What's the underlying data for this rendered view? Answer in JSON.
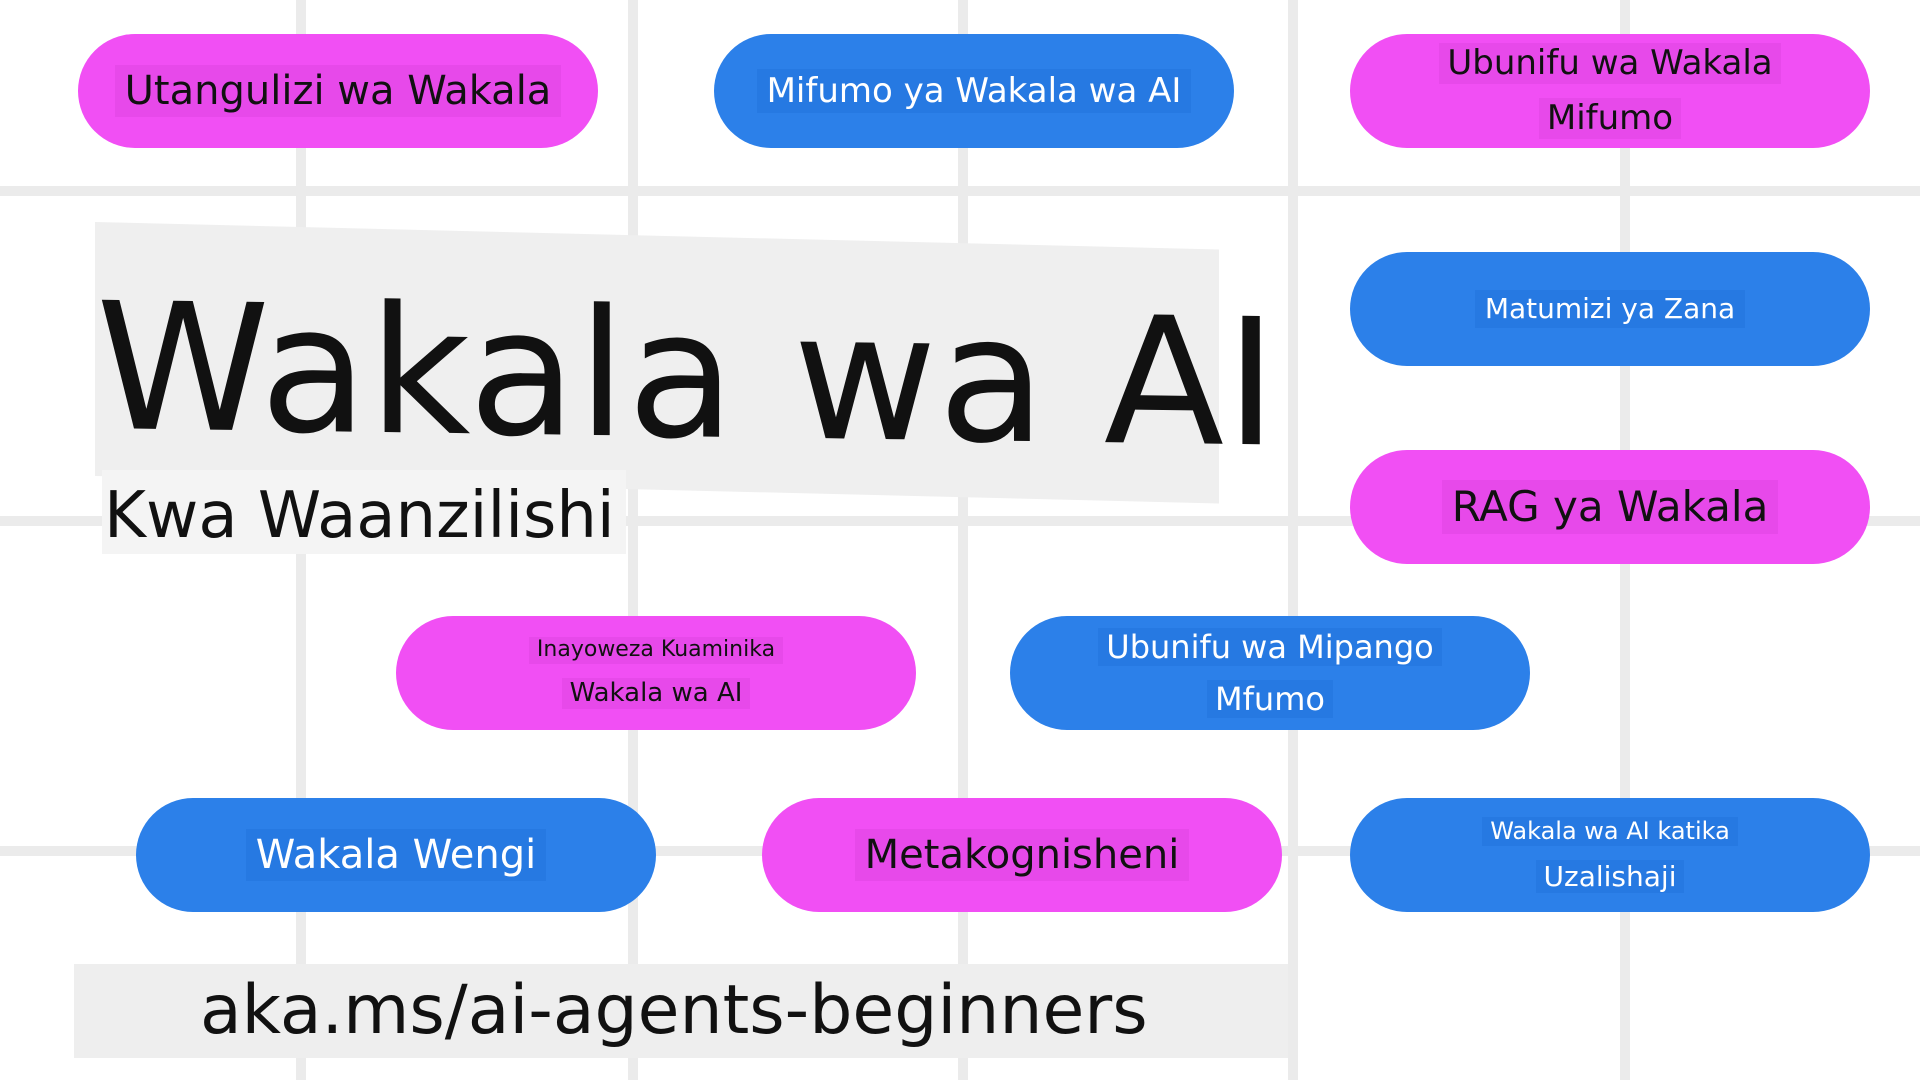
{
  "title": "Wakala wa AI",
  "subtitle": "Kwa Waanzilishi",
  "url": "aka.ms/ai-agents-beginners",
  "colors": {
    "pink": "#f14ff4",
    "blue": "#2c80e9",
    "grid": "#ebebeb"
  },
  "lessons": [
    {
      "label": "Utangulizi wa Wakala",
      "color": "pink"
    },
    {
      "label": "Mifumo ya Wakala wa AI",
      "color": "blue"
    },
    {
      "line1": "Ubunifu wa Wakala",
      "line2": "Mifumo",
      "color": "pink"
    },
    {
      "label": "Matumizi ya Zana",
      "color": "blue"
    },
    {
      "label": "RAG ya Wakala",
      "color": "pink"
    },
    {
      "line1": "Inayoweza Kuaminika",
      "line2": "Wakala wa AI",
      "color": "pink"
    },
    {
      "line1": "Ubunifu wa Mipango",
      "line2": "Mfumo",
      "color": "blue"
    },
    {
      "label": "Wakala Wengi",
      "color": "blue"
    },
    {
      "label": "Metakognisheni",
      "color": "pink"
    },
    {
      "line1": "Wakala wa AI katika",
      "line2": "Uzalishaji",
      "color": "blue"
    }
  ]
}
